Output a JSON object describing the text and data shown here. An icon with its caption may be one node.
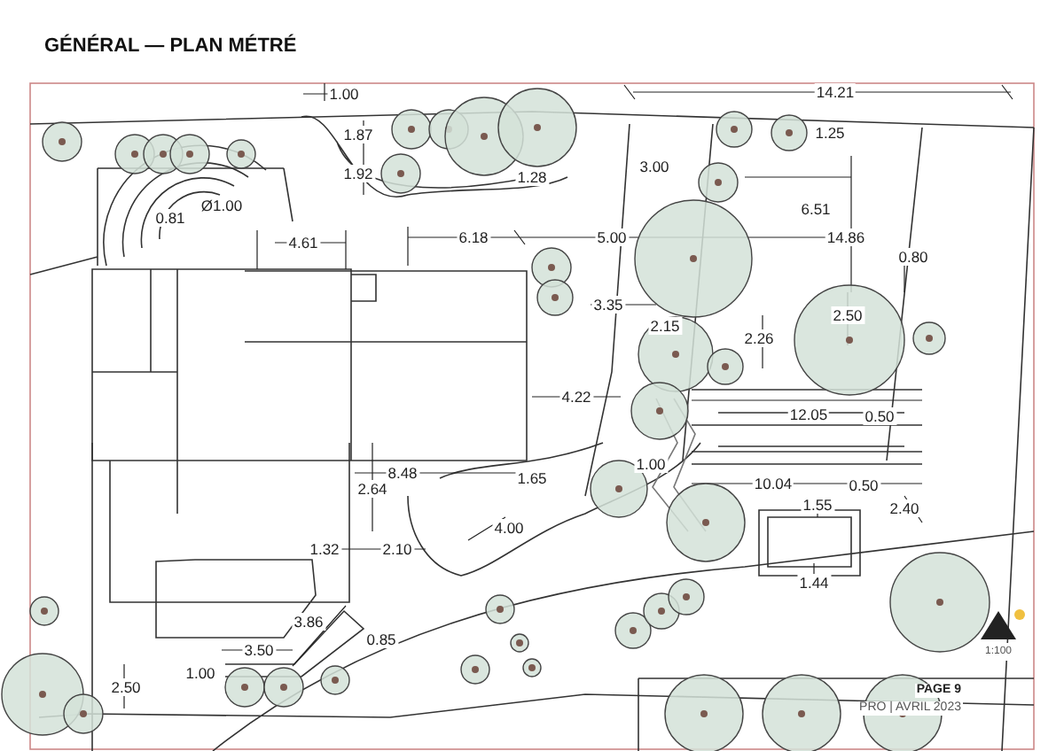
{
  "diagram": {
    "title": "GÉNÉRAL — PLAN MÉTRÉ",
    "labels": [
      "1.00",
      "14.21",
      "1.87",
      "1.25",
      "1.92",
      "1.28",
      "3.00",
      "Ø1.00",
      "0.81",
      "6.51",
      "4.61",
      "6.18",
      "5.00",
      "14.86",
      "0.80",
      "3.35",
      "2.50",
      "2.15",
      "2.26",
      "4.22",
      "12.05",
      "0.50",
      "8.48",
      "1.00",
      "2.64",
      "10.04",
      "0.50",
      "1.65",
      "1.55",
      "2.40",
      "4.00",
      "1.32",
      "2.10",
      "1.44",
      "3.86",
      "0.85",
      "3.50",
      "1.00",
      "2.50",
      "1:100",
      "PAGE 9",
      "PRO | AVRIL 2023"
    ]
  }
}
